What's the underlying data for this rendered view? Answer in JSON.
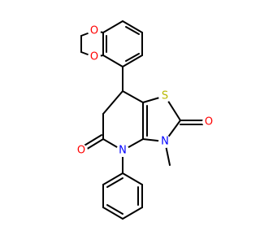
{
  "molecule": {
    "atoms": [
      {
        "id": "O_top",
        "label": "O",
        "color": "#ff0000"
      },
      {
        "id": "O_left",
        "label": "O",
        "color": "#ff0000"
      },
      {
        "id": "S",
        "label": "S",
        "color": "#b8b800"
      },
      {
        "id": "O_right",
        "label": "O",
        "color": "#ff0000"
      },
      {
        "id": "N_methyl",
        "label": "N",
        "color": "#0000ff"
      },
      {
        "id": "O_lactam",
        "label": "O",
        "color": "#ff0000"
      },
      {
        "id": "N_phenyl",
        "label": "N",
        "color": "#0000ff"
      }
    ]
  }
}
